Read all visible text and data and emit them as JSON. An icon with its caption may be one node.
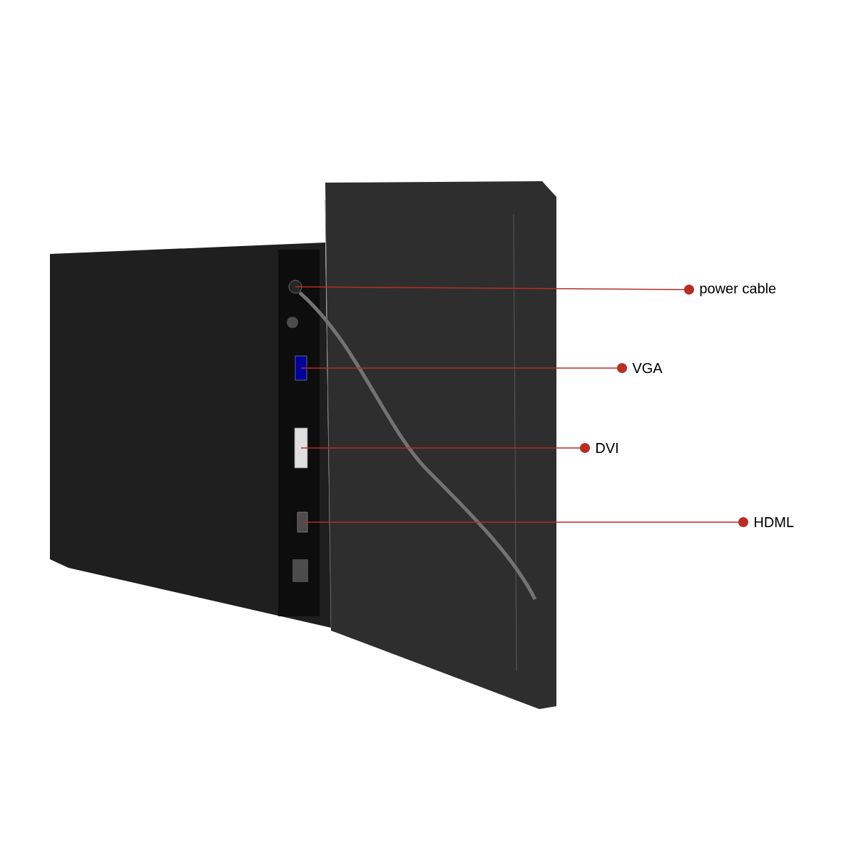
{
  "diagram": {
    "nodes": [
      {
        "text": [
          "power cable"
        ]
      },
      {
        "text": [
          "VGA"
        ]
      },
      {
        "text": [
          "DVI"
        ]
      },
      {
        "text": [
          "HDML"
        ]
      },
      {
        "text": [],
        "shape": "circle"
      },
      {
        "text": [],
        "shape": "box"
      },
      {
        "text": [],
        "shape": "box"
      },
      {
        "text": [],
        "shape": "box"
      }
    ],
    "edges": [
      {
        "from": 0,
        "to": 4,
        "arrow": "other"
      },
      {
        "from": 1,
        "to": 5,
        "arrow": "other"
      },
      {
        "from": 2,
        "to": 6,
        "arrow": "other"
      },
      {
        "from": 3,
        "to": 7,
        "arrow": "other"
      }
    ]
  }
}
